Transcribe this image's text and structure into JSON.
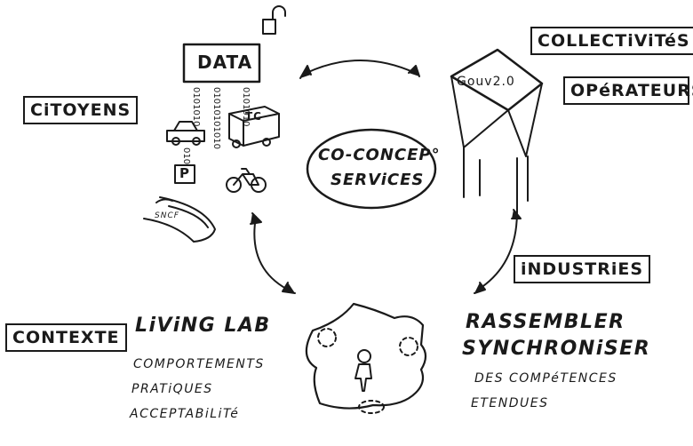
{
  "labels": {
    "citoyens": "CiTOYENS",
    "collectivites": "COLLECTiViTéS",
    "operateurs": "OPéRATEURS",
    "industries": "iNDUSTRiES",
    "contexte": "CONTEXTE",
    "data": "DATA",
    "gouv": "Gouv2.0",
    "tc": "TC",
    "parking": "P",
    "sncf": "SNCF",
    "center_line1": "CO-CONCEP°",
    "center_line2": "SERViCES"
  },
  "living_lab": {
    "title": "LiViNG LAB",
    "items": [
      "COMPORTEMENTS",
      "PRATiQUES",
      "ACCEPTABiLiTé"
    ]
  },
  "rassembler": {
    "line1": "RASSEMBLER",
    "line2": "SYNCHRONiSER",
    "sub1": "DES COMPéTENCES",
    "sub2": "ETENDUES"
  },
  "binary_columns": [
    "0101010",
    "01010101010",
    "0101010",
    "010"
  ]
}
